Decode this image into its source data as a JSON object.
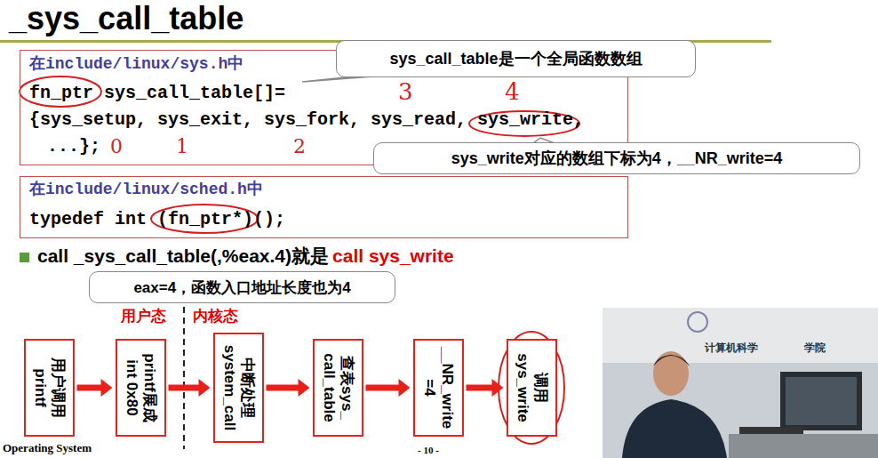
{
  "diagram": {
    "title": "_sys_call_table",
    "nodes": [
      {
        "text": [
          "在include/linux/sys.h中",
          "fn_ptr sys_call_table[]=",
          "{sys_setup, sys_exit, sys_fork, sys_read, sys_write,",
          "...};"
        ]
      },
      {
        "text": [
          "sys_call_table是一个全局函数数组"
        ]
      },
      {
        "text": [
          "sys_write对应的数组下标为4，__NR_write=4"
        ]
      },
      {
        "text": [
          "在include/linux/sched.h中",
          "typedef int (fn_ptr*)();"
        ]
      },
      {
        "text": [
          "eax=4，函数入口地址长度也为4"
        ]
      },
      {
        "text": [
          "用户调用 printf"
        ]
      },
      {
        "text": [
          "printf展成 int 0x80"
        ]
      },
      {
        "text": [
          "中断处理 system_call"
        ]
      },
      {
        "text": [
          "查表sys_ call_table"
        ]
      },
      {
        "text": [
          "__NR_write =4"
        ]
      },
      {
        "text": [
          "调用 sys_write"
        ]
      }
    ],
    "edges": [
      {
        "from": 5,
        "to": 6,
        "arrow": "to"
      },
      {
        "from": 6,
        "to": 7,
        "arrow": "to"
      },
      {
        "from": 7,
        "to": 8,
        "arrow": "to"
      },
      {
        "from": 8,
        "to": 9,
        "arrow": "to"
      },
      {
        "from": 9,
        "to": 10,
        "arrow": "to"
      }
    ],
    "labels": [
      "call _sys_call_table(,%eax.4)就是",
      "call sys_write",
      "用户态",
      "内核态",
      "3",
      "4",
      "0",
      "1",
      "2",
      "计算机科学",
      "学院",
      "Operating System",
      "- 10 -"
    ]
  }
}
